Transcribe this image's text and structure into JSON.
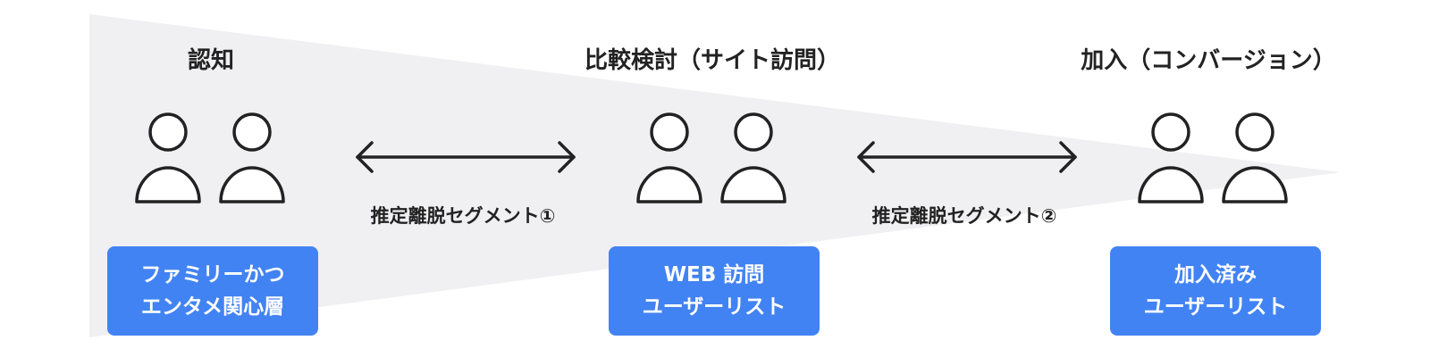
{
  "stages": [
    {
      "title": "認知",
      "badge": {
        "line1": "ファミリーかつ",
        "line2": "エンタメ関心層"
      }
    },
    {
      "title": "比較検討（サイト訪問）",
      "badge": {
        "line1": "WEB 訪問",
        "line2": "ユーザーリスト"
      }
    },
    {
      "title": "加入（コンバージョン）",
      "badge": {
        "line1": "加入済み",
        "line2": "ユーザーリスト"
      }
    }
  ],
  "segments": [
    {
      "label": "推定離脱セグメント①"
    },
    {
      "label": "推定離脱セグメント②"
    }
  ],
  "colors": {
    "funnel": "#f0f0f2",
    "badge": "#4283f3",
    "stroke": "#222222",
    "text": "#222222"
  },
  "icons": {
    "person": "user-icon",
    "arrow": "double-arrow-icon"
  }
}
